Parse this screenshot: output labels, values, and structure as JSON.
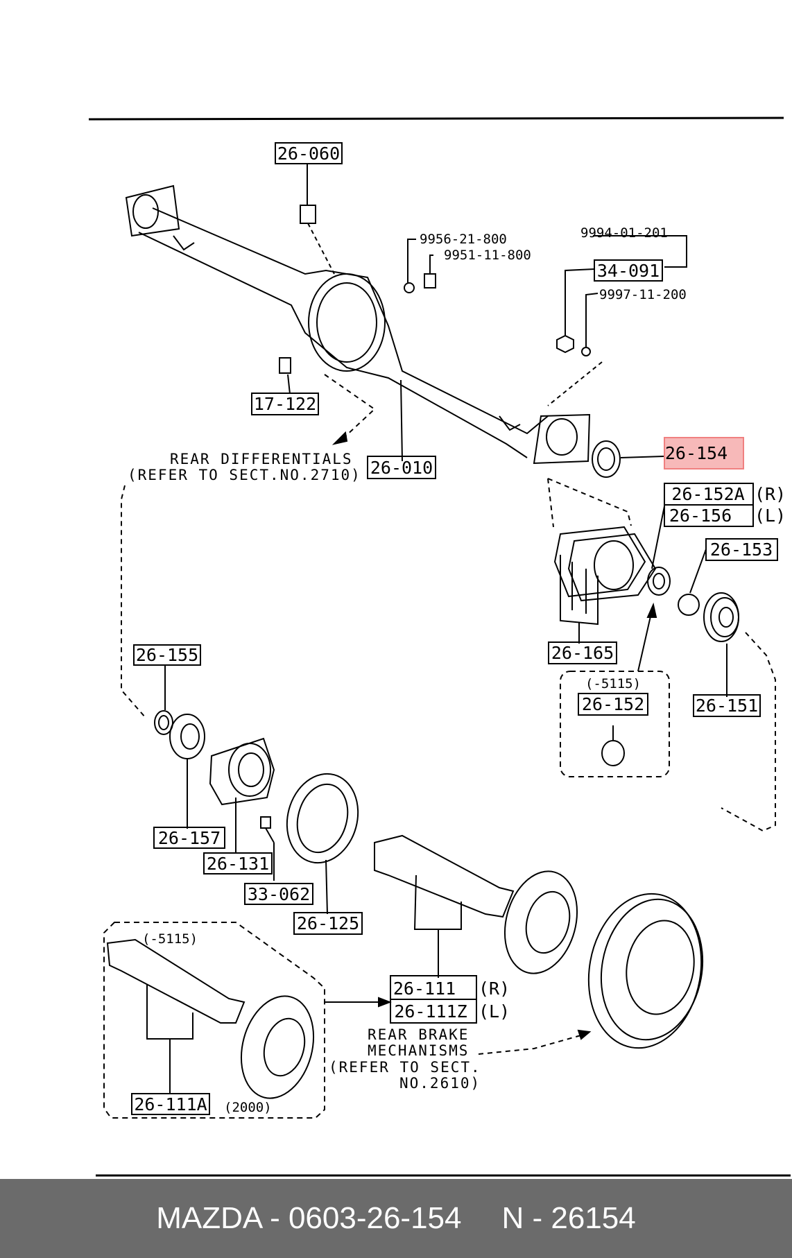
{
  "diagram": {
    "highlight_color": "#f08080",
    "highlighted_part": "26-154",
    "parts": {
      "p26_060": "26-060",
      "p9956": "9956-21-800",
      "p9951": "9951-11-800",
      "p9994": "9994-01-201",
      "p34_091": "34-091",
      "p9997": "9997-11-200",
      "p17_122": "17-122",
      "p26_010": "26-010",
      "p26_154": "26-154",
      "p26_152a": "26-152A",
      "p26_156": "26-156",
      "r1": "(R)",
      "l1": "(L)",
      "p26_153": "26-153",
      "p26_165": "26-165",
      "p5115a": "(-5115)",
      "p26_152": "26-152",
      "p26_151": "26-151",
      "p26_155": "26-155",
      "p26_157": "26-157",
      "p26_131": "26-131",
      "p33_062": "33-062",
      "p26_125": "26-125",
      "p5115b": "(-5115)",
      "p26_111": "26-111",
      "p26_111z": "26-111Z",
      "r2": "(R)",
      "l2": "(L)",
      "p26_111a": "26-111A",
      "p2000": "(2000)"
    },
    "notes": {
      "diff1": "REAR DIFFERENTIALS",
      "diff2": "(REFER TO SECT.NO.2710)",
      "brake1": "REAR BRAKE",
      "brake2": "MECHANISMS",
      "brake3": "(REFER TO SECT.",
      "brake4": "NO.2610)"
    }
  },
  "footer": {
    "left": "MAZDA - 0603-26-154",
    "right": "N - 26154"
  }
}
